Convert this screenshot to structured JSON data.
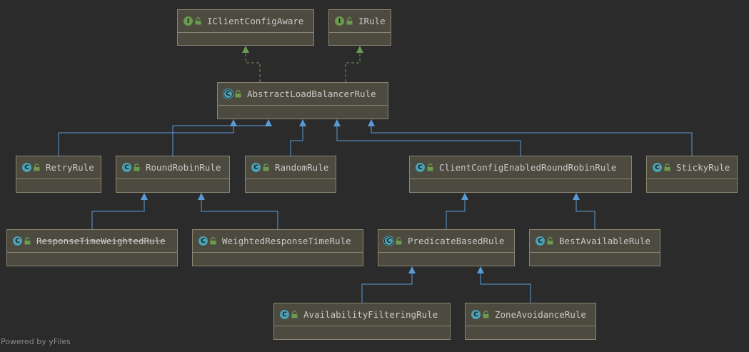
{
  "nodes": [
    {
      "id": "IClientConfigAware",
      "label": "IClientConfigAware",
      "kind": "I",
      "deprecated": false
    },
    {
      "id": "IRule",
      "label": "IRule",
      "kind": "I",
      "deprecated": false
    },
    {
      "id": "AbstractLoadBalancerRule",
      "label": "AbstractLoadBalancerRule",
      "kind": "A",
      "deprecated": false
    },
    {
      "id": "RetryRule",
      "label": "RetryRule",
      "kind": "C",
      "deprecated": false
    },
    {
      "id": "RoundRobinRule",
      "label": "RoundRobinRule",
      "kind": "C",
      "deprecated": false
    },
    {
      "id": "RandomRule",
      "label": "RandomRule",
      "kind": "C",
      "deprecated": false
    },
    {
      "id": "ClientConfigEnabledRoundRobinRule",
      "label": "ClientConfigEnabledRoundRobinRule",
      "kind": "C",
      "deprecated": false
    },
    {
      "id": "StickyRule",
      "label": "StickyRule",
      "kind": "C",
      "deprecated": false
    },
    {
      "id": "ResponseTimeWeightedRule",
      "label": "ResponseTimeWeightedRule",
      "kind": "C",
      "deprecated": true
    },
    {
      "id": "WeightedResponseTimeRule",
      "label": "WeightedResponseTimeRule",
      "kind": "C",
      "deprecated": false
    },
    {
      "id": "PredicateBasedRule",
      "label": "PredicateBasedRule",
      "kind": "A",
      "deprecated": false
    },
    {
      "id": "BestAvailableRule",
      "label": "BestAvailableRule",
      "kind": "C",
      "deprecated": false
    },
    {
      "id": "AvailabilityFilteringRule",
      "label": "AvailabilityFilteringRule",
      "kind": "C",
      "deprecated": false
    },
    {
      "id": "ZoneAvoidanceRule",
      "label": "ZoneAvoidanceRule",
      "kind": "C",
      "deprecated": false
    }
  ],
  "edges": [
    {
      "from": "AbstractLoadBalancerRule",
      "to": "IClientConfigAware",
      "type": "implements"
    },
    {
      "from": "AbstractLoadBalancerRule",
      "to": "IRule",
      "type": "implements"
    },
    {
      "from": "RetryRule",
      "to": "AbstractLoadBalancerRule",
      "type": "extends"
    },
    {
      "from": "RoundRobinRule",
      "to": "AbstractLoadBalancerRule",
      "type": "extends"
    },
    {
      "from": "RandomRule",
      "to": "AbstractLoadBalancerRule",
      "type": "extends"
    },
    {
      "from": "ClientConfigEnabledRoundRobinRule",
      "to": "AbstractLoadBalancerRule",
      "type": "extends"
    },
    {
      "from": "StickyRule",
      "to": "AbstractLoadBalancerRule",
      "type": "extends"
    },
    {
      "from": "ResponseTimeWeightedRule",
      "to": "RoundRobinRule",
      "type": "extends"
    },
    {
      "from": "WeightedResponseTimeRule",
      "to": "RoundRobinRule",
      "type": "extends"
    },
    {
      "from": "PredicateBasedRule",
      "to": "ClientConfigEnabledRoundRobinRule",
      "type": "extends"
    },
    {
      "from": "BestAvailableRule",
      "to": "ClientConfigEnabledRoundRobinRule",
      "type": "extends"
    },
    {
      "from": "AvailabilityFilteringRule",
      "to": "PredicateBasedRule",
      "type": "extends"
    },
    {
      "from": "ZoneAvoidanceRule",
      "to": "PredicateBasedRule",
      "type": "extends"
    }
  ],
  "colors": {
    "background": "#2b2b2b",
    "node_fill": "#4d4a3f",
    "node_border": "#8a8570",
    "implements_edge": "#6a9b4f",
    "extends_edge": "#5b9bd5"
  },
  "footer": "Powered by yFiles"
}
